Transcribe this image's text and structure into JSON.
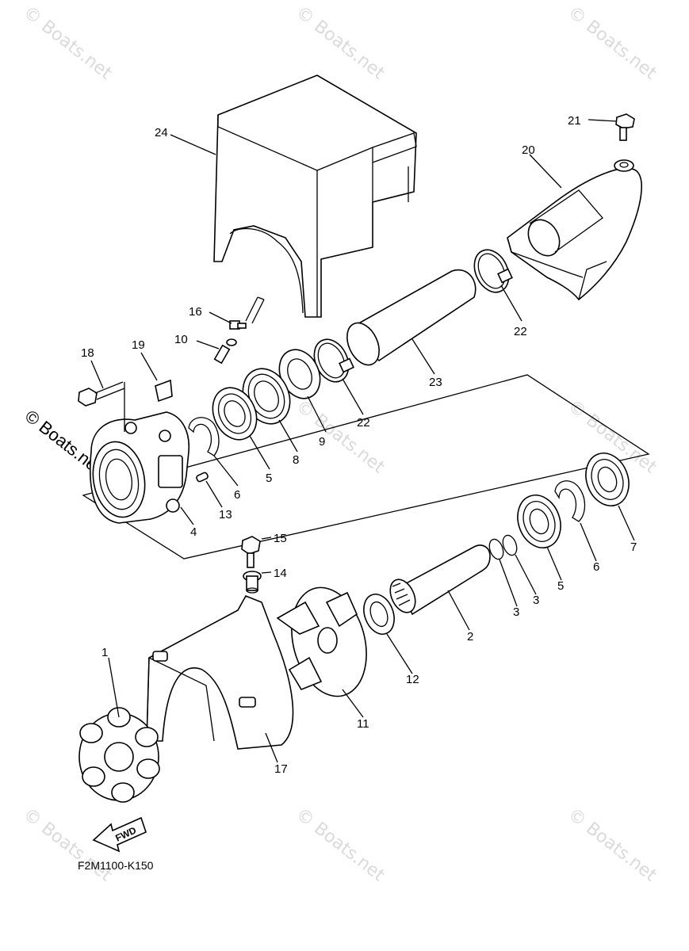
{
  "diagram_code": "F2M1100-K150",
  "fwd_label": "FWD",
  "watermark_text": "© Boats.net",
  "callouts": {
    "p1": "1",
    "p2": "2",
    "p3a": "3",
    "p3b": "3",
    "p4": "4",
    "p5a": "5",
    "p5b": "5",
    "p6a": "6",
    "p6b": "6",
    "p7": "7",
    "p8": "8",
    "p9": "9",
    "p10": "10",
    "p11": "11",
    "p12": "12",
    "p13": "13",
    "p14": "14",
    "p15": "15",
    "p16": "16",
    "p17": "17",
    "p18": "18",
    "p19": "19",
    "p20": "20",
    "p21": "21",
    "p22a": "22",
    "p22b": "22",
    "p23": "23",
    "p24": "24"
  }
}
